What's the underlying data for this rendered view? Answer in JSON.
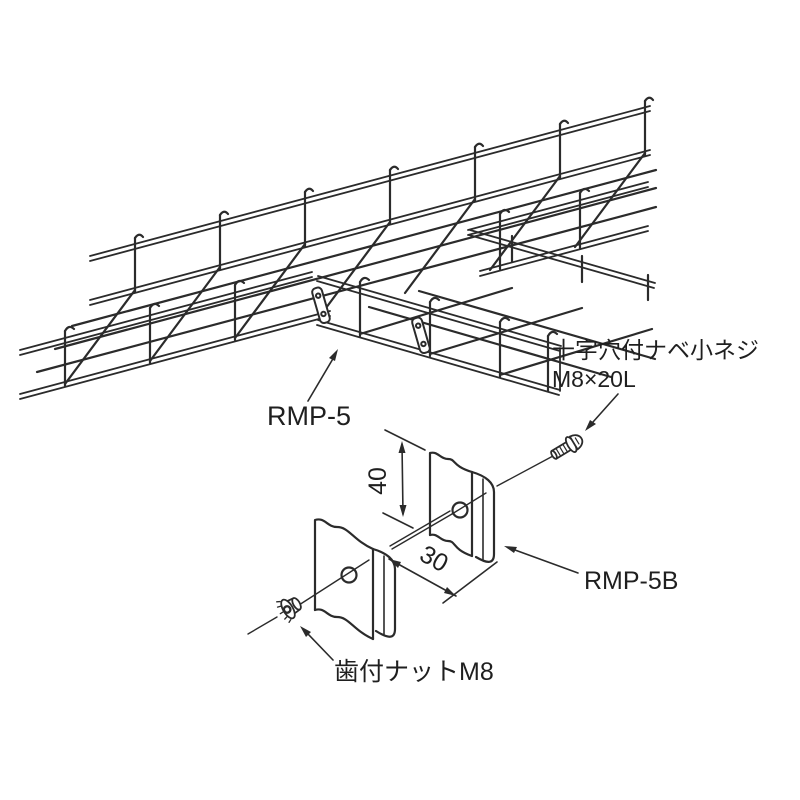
{
  "drawing": {
    "background": "#ffffff",
    "ink_color": "#2b2b2b",
    "text_color": "#1f1f1f",
    "subject": "wire-mesh cable tray branch joint with mounting plate detail"
  },
  "labels": {
    "screw_line1": "十字穴付ナベ小ネジ",
    "screw_line2": "M8×20L",
    "joint": "RMP-5",
    "plate": "RMP-5B",
    "nut": "歯付ナットM8"
  },
  "dimensions": {
    "height": "40",
    "width": "30"
  }
}
